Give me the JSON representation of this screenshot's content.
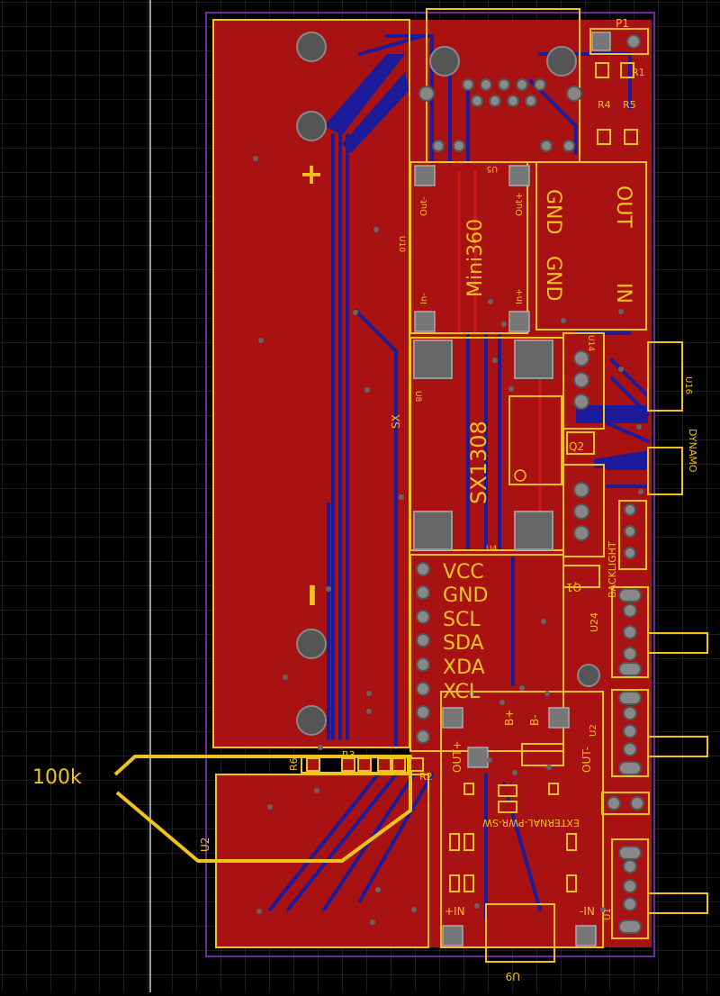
{
  "colors": {
    "background": "#000000",
    "grid": "#3a3a3a",
    "board": "#9a0f0f",
    "copper_top": "#b41414",
    "copper_bottom": "#1a1a8c",
    "silkscreen": "#f0c21e",
    "pad": "#8c8c8c",
    "via": "#5a5a5a",
    "axis": "#ffffff"
  },
  "callout": {
    "text": "100k"
  },
  "labels": {
    "u5_top_left": "Out-",
    "u5_top_right": "Out+",
    "u5_bottom_left": "In-",
    "u5_bottom_right": "In+",
    "mini360": "Mini360",
    "u5": "U5",
    "u10": "U10",
    "gnd_top": "GND",
    "gnd_bottom": "GND",
    "out": "OUT",
    "in": "IN",
    "p1": "P1",
    "r1": "R1",
    "r4": "R4",
    "r5": "R5",
    "u14": "U14",
    "u16": "U16",
    "q2": "Q2",
    "dynamo": "DYNAMO",
    "backlight": "BACKLIGHT",
    "sx": "SX",
    "sx1308": "SX1308",
    "u8": "U8",
    "u4": "U4",
    "q1": "Q1",
    "u24": "U24",
    "vcc": "VCC",
    "gnd_pin": "GND",
    "scl": "SCL",
    "sda": "SDA",
    "xda": "XDA",
    "xcl": "XCL",
    "b_plus": "B+",
    "b_minus": "B-",
    "out_plus": "OUT+",
    "out_minus": "OUT-",
    "u2_pos": "U2",
    "ext_pwr": "EXTERNAL-PWR-SW",
    "r2": "R2",
    "r3": "R3",
    "r6": "R6",
    "u2": "U2",
    "in_plus": "+IN",
    "in_minus": "-IN",
    "u9": "U9",
    "u1": "U1",
    "plus": "+",
    "minus": "I"
  }
}
